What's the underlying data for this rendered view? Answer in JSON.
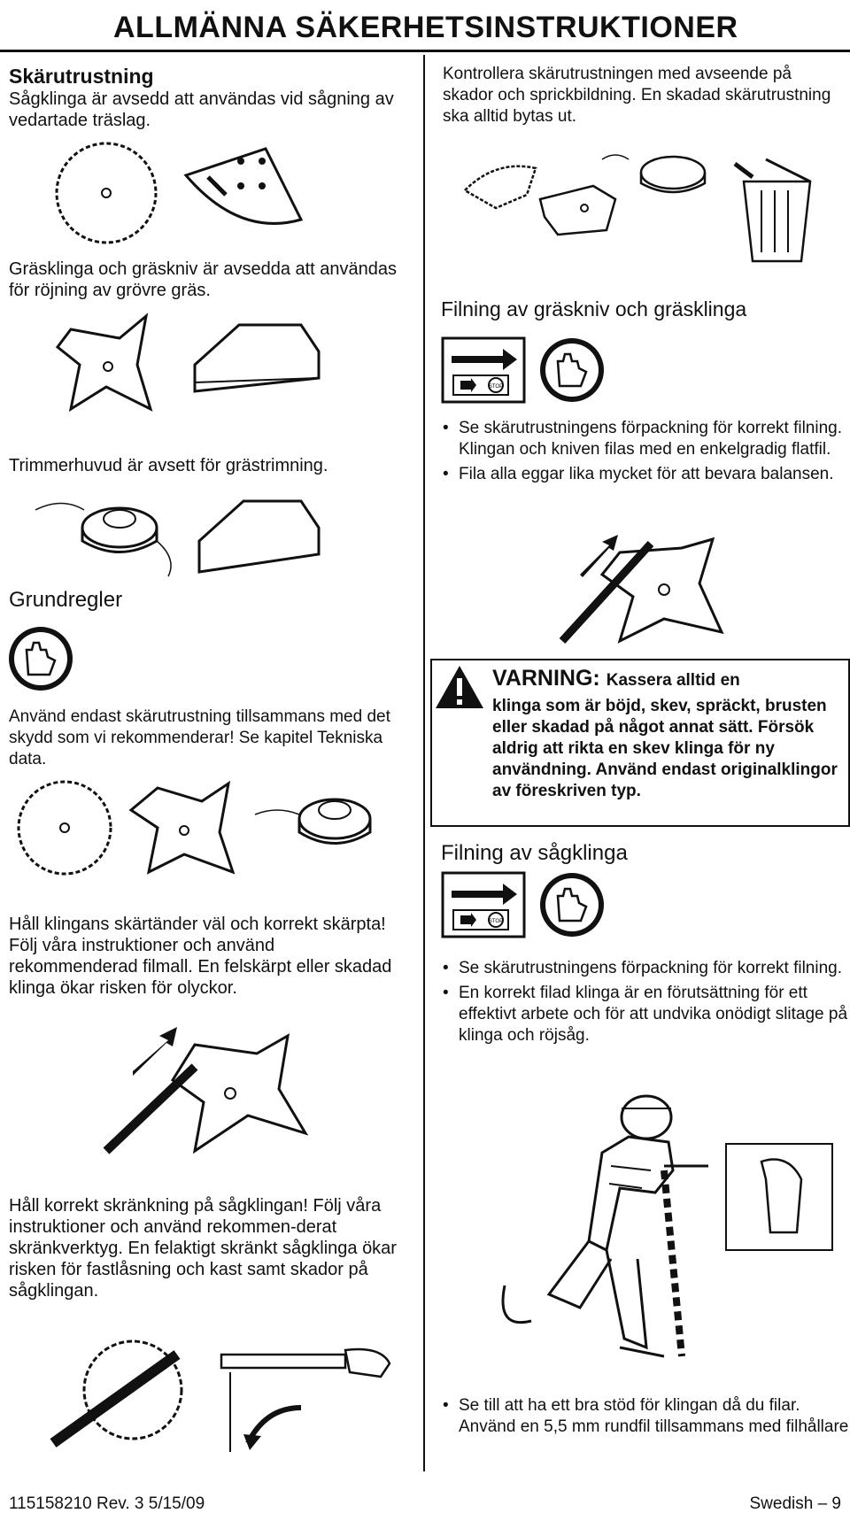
{
  "header": {
    "title": "ALLMÄNNA SÄKERHETSINSTRUKTIONER"
  },
  "left": {
    "skarutrustning_title": "Skärutrustning",
    "skarutrustning_text": "Sågklinga är avsedd att användas vid sågning av vedartade träslag.",
    "grasklinga_text": "Gräsklinga och gräskniv är avsedda att användas för röjning av grövre gräs.",
    "trimmer_text": "Trimmerhuvud är avsett för grästrimning.",
    "grundregler_title": "Grundregler",
    "grundregler_text": "Använd endast skärutrustning tillsammans med det skydd som vi rekommenderar! Se kapitel Tekniska data.",
    "hall_text": "Håll klingans skärtänder väl och korrekt skärpta! Följ våra instruktioner och använd rekommenderad filmall. En felskärpt eller skadad klinga ökar risken för olyckor.",
    "skrankning_text": "Håll korrekt skränkning på sågklingan! Följ våra instruktioner och använd rekommen-derat skränkverktyg. En felaktigt skränkt sågklinga ökar risken för fastlåsning och kast samt skador på sågklingan."
  },
  "right": {
    "kontroll_text": "Kontrollera skärutrustningen med avseende på skador och sprickbildning. En skadad skärutrustning ska alltid bytas ut.",
    "filning_grass_title": "Filning av gräskniv och gräsklinga",
    "filning_grass_bullets": [
      "Se skärutrustningens förpackning för korrekt filning. Klingan och kniven filas med en enkelgradig flatfil.",
      "Fila alla eggar lika mycket för att bevara balansen."
    ],
    "warning_label": "VARNING:",
    "warning_first": "Kassera alltid en",
    "warning_text": "klinga som är böjd, skev, spräckt, brusten eller skadad på något annat sätt. Försök aldrig att rikta en skev klinga för ny användning. Använd endast originalklingor av föreskriven typ.",
    "filning_saw_title": "Filning av sågklinga",
    "filning_saw_bullets": [
      "Se skärutrustningens förpackning för korrekt filning.",
      "En korrekt filad klinga är en förutsättning för ett effektivt arbete och för att undvika onödigt slitage på klinga och röjsåg."
    ],
    "stod_bullets": [
      "Se till att ha ett bra stöd för klingan då du filar. Använd en 5,5 mm rundfil tillsammans med filhållare."
    ],
    "stop_label": "STOP"
  },
  "footer": {
    "left": "115158210   Rev. 3   5/15/09",
    "right": "Swedish – 9"
  }
}
